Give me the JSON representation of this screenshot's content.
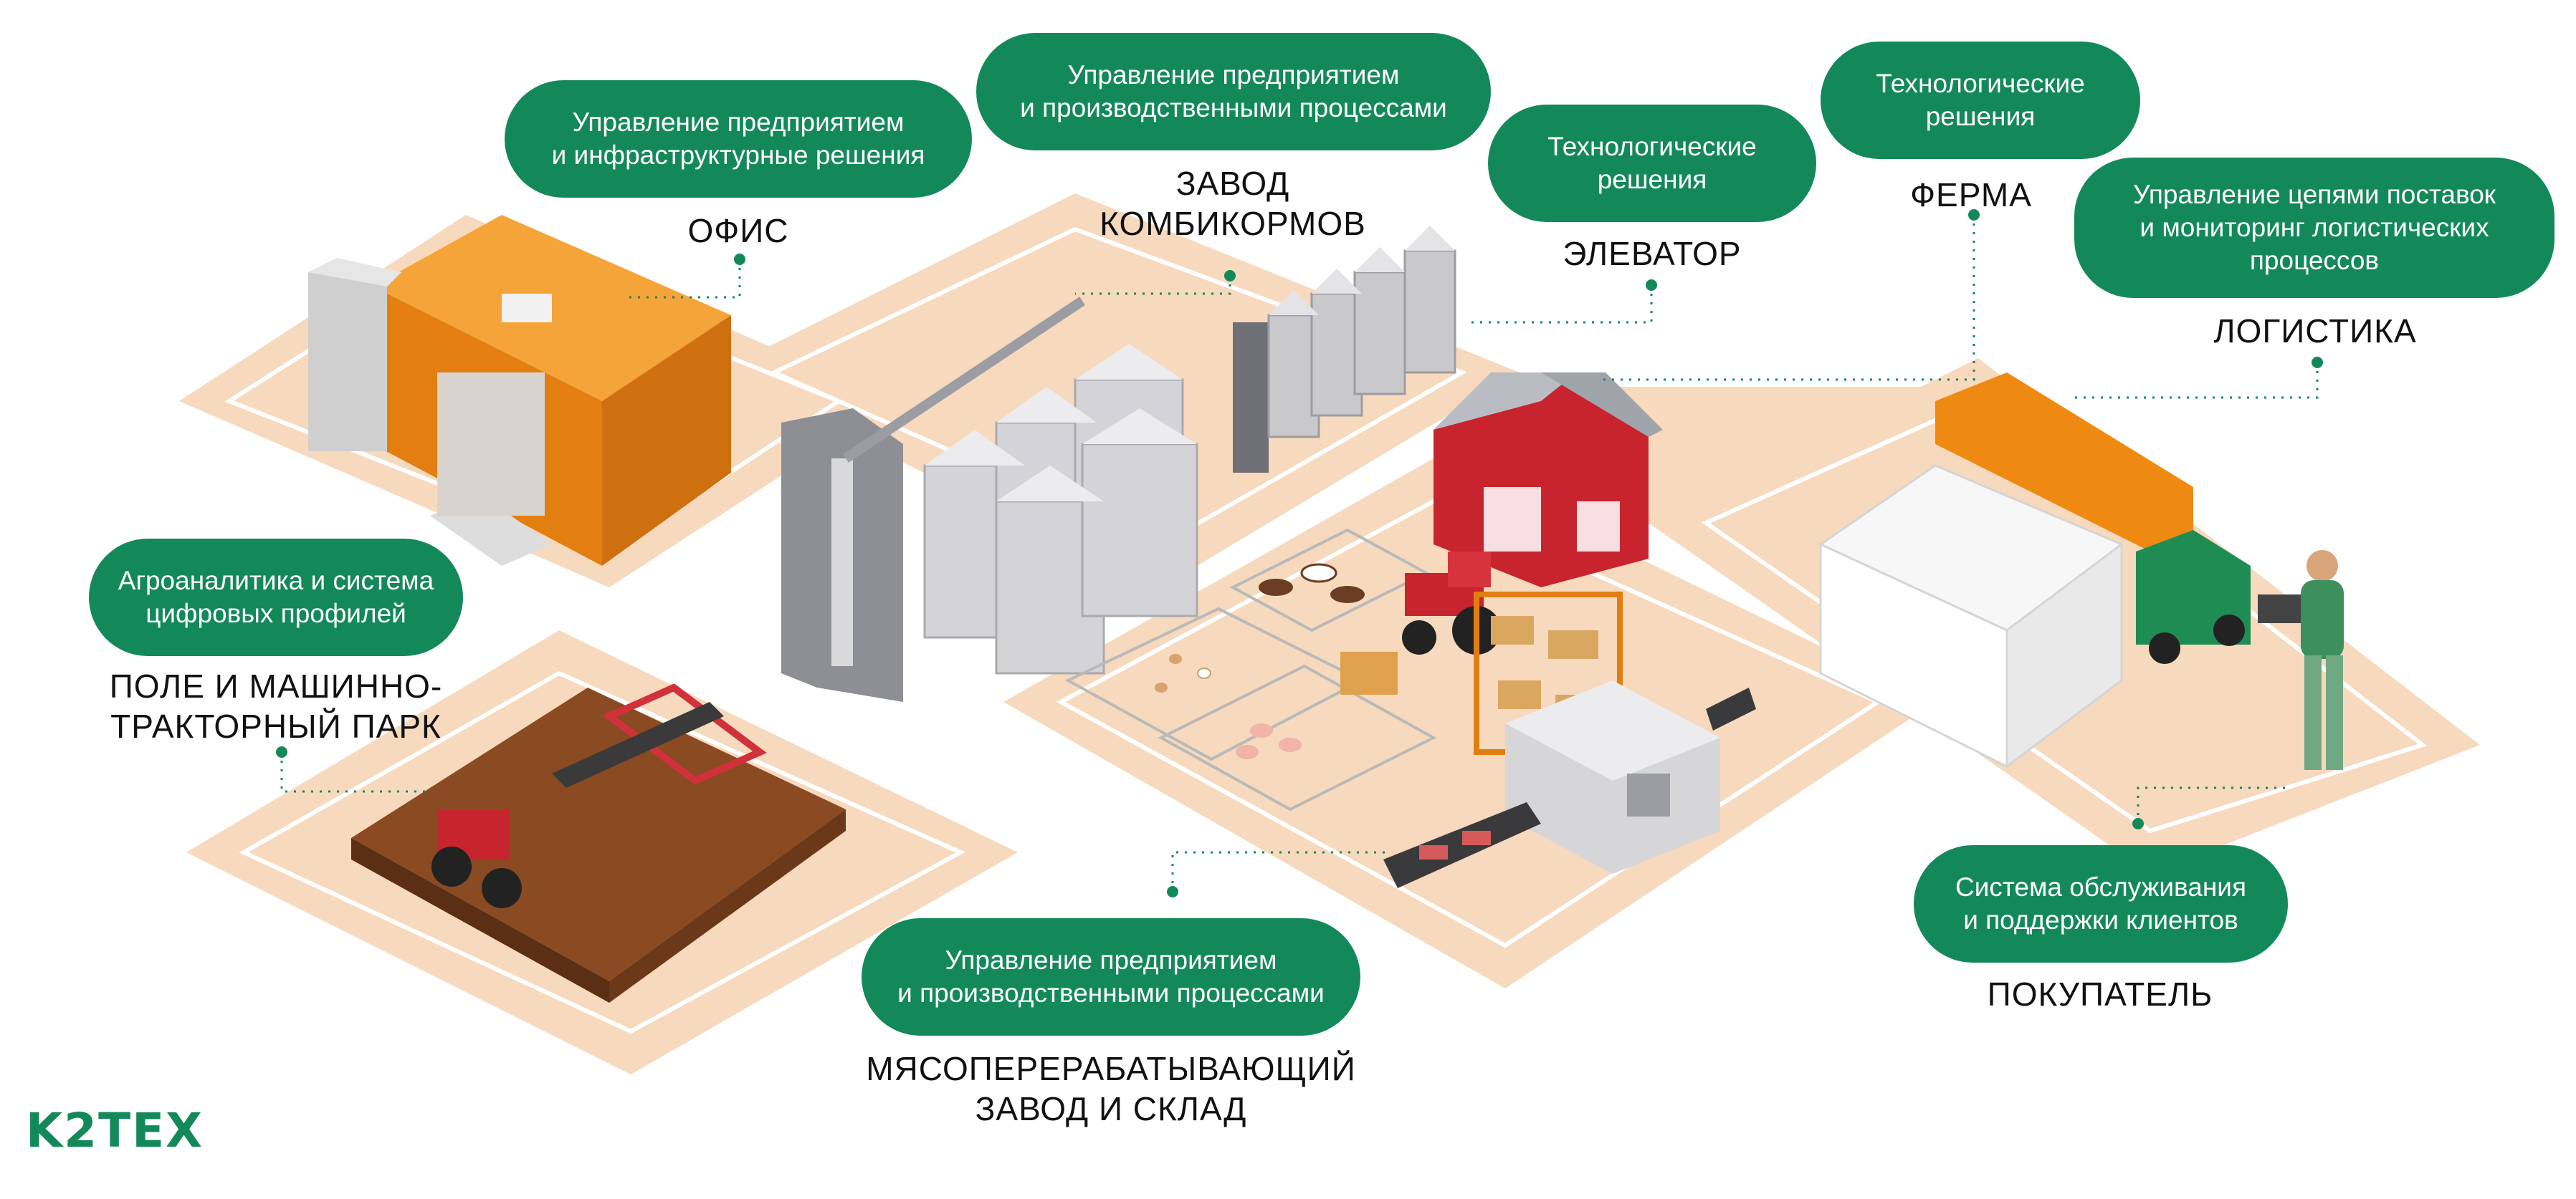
{
  "nodes": {
    "office": {
      "title": [
        "ОФИС"
      ],
      "pill": [
        "Управление предприятием",
        "и инфраструктурные решения"
      ]
    },
    "feed_plant": {
      "title": [
        "ЗАВОД",
        "КОМБИКОРМОВ"
      ],
      "pill": [
        "Управление предприятием",
        "и производственными процессами"
      ]
    },
    "elevator": {
      "title": [
        "ЭЛЕВАТОР"
      ],
      "pill": [
        "Технологические",
        "решения"
      ]
    },
    "farm": {
      "title": [
        "ФЕРМА"
      ],
      "pill": [
        "Технологические",
        "решения"
      ]
    },
    "logistics": {
      "title": [
        "ЛОГИСТИКА"
      ],
      "pill": [
        "Управление цепями поставок",
        "и мониторинг логистических",
        "процессов"
      ]
    },
    "field": {
      "title": [
        "ПОЛЕ И МАШИННО-",
        "ТРАКТОРНЫЙ ПАРК"
      ],
      "pill": [
        "Агроаналитика и система",
        "цифровых профилей"
      ]
    },
    "meat_plant": {
      "title": [
        "МЯСОПЕРЕРАБАТЫВАЮЩИЙ",
        "ЗАВОД И СКЛАД"
      ],
      "pill": [
        "Управление предприятием",
        "и производственными процессами"
      ]
    },
    "buyer": {
      "title": [
        "ПОКУПАТЕЛЬ"
      ],
      "pill": [
        "Система обслуживания",
        "и поддержки клиентов"
      ]
    }
  },
  "logo": "K2TEX",
  "colors": {
    "accent_green": "#13895a",
    "ground": "#f7d9bd",
    "road_line": "#ffffff",
    "orange": "#ee8a12",
    "barn_red": "#c8242e",
    "silo_gray": "#c9c9cc",
    "soil": "#8a4a22"
  }
}
